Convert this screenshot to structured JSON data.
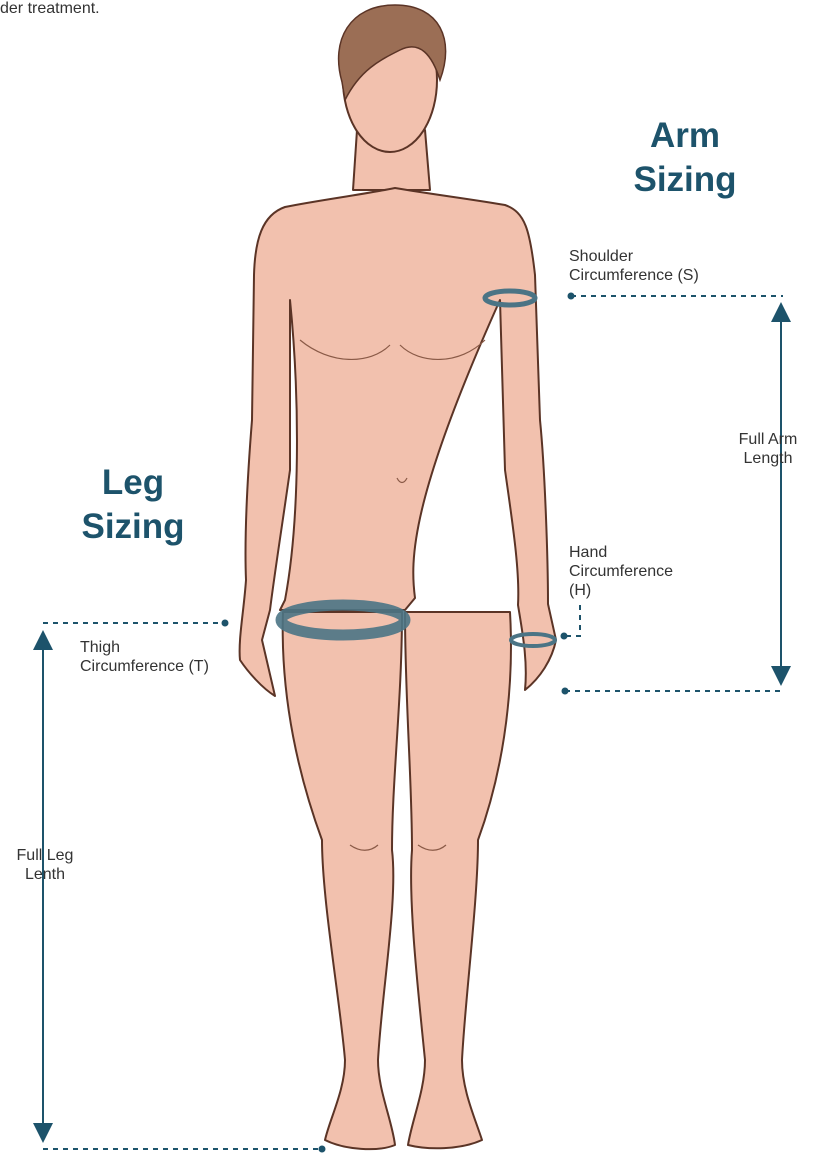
{
  "header": {
    "note": "der treatment."
  },
  "arm": {
    "title_line1": "Arm",
    "title_line2": "Sizing",
    "shoulder_line1": "Shoulder",
    "shoulder_line2": "Circumference (S)",
    "hand_line1": "Hand",
    "hand_line2": "Circumference",
    "hand_line3": "(H)",
    "length_line1": "Full Arm",
    "length_line2": "Length"
  },
  "leg": {
    "title_line1": "Leg",
    "title_line2": "Sizing",
    "thigh_line1": "Thigh",
    "thigh_line2": "Circumference (T)",
    "length_line1": "Full Leg",
    "length_line2": "Lenth"
  },
  "colors": {
    "heading": "#1d536b",
    "skin": "#f2c1ae",
    "outline": "#5b3426",
    "hair": "#9b6e55",
    "band": "#4b7485",
    "guide": "#1d536b"
  }
}
